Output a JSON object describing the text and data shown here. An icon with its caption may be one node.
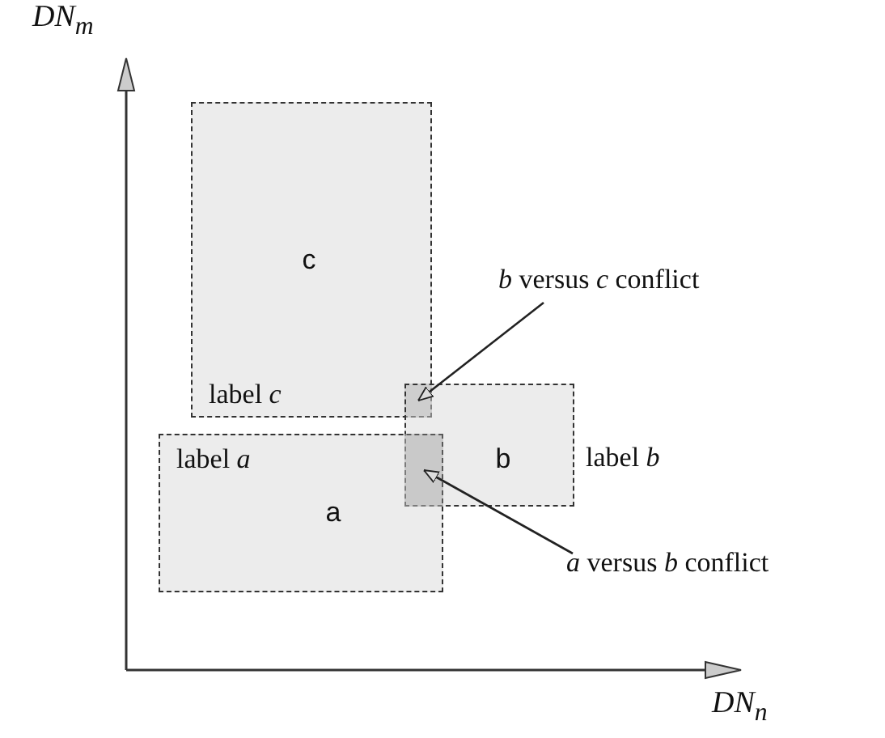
{
  "diagram": {
    "nodes": [
      {
        "text": [
          "c",
          "label *c*"
        ]
      },
      {
        "text": [
          "*b* versus *c* conflict"
        ]
      },
      {
        "text": [],
        "shape": "box"
      },
      {
        "text": [
          "b"
        ],
        "beside": [
          "label *b*"
        ]
      },
      {
        "text": [
          "label *a*",
          "a"
        ]
      },
      {
        "text": [],
        "shape": "box"
      },
      {
        "text": [
          "*a* versus *b* conflict"
        ]
      }
    ],
    "edges": [
      {
        "from": 1,
        "to": 2,
        "arrow": "to"
      },
      {
        "from": 6,
        "to": 5,
        "arrow": "to"
      }
    ],
    "labels": [
      "DN$_{m}$",
      "DN$_{n}$"
    ]
  }
}
